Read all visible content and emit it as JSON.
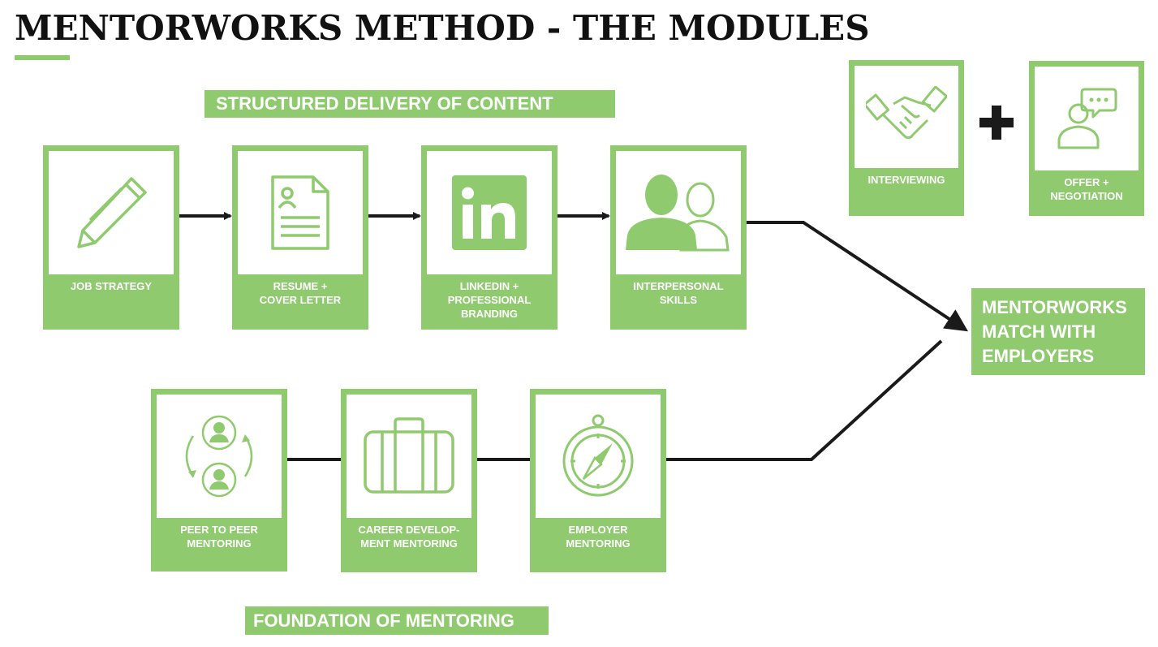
{
  "title": "MENTORWORKS METHOD - THE MODULES",
  "banners": {
    "structured": "STRUCTURED DELIVERY OF CONTENT",
    "foundation": "FOUNDATION OF MENTORING"
  },
  "content_modules": [
    {
      "label": "JOB STRATEGY",
      "icon": "pencil-icon"
    },
    {
      "label": "RESUME +\nCOVER LETTER",
      "icon": "document-icon"
    },
    {
      "label": "LINKEDIN +\nPROFESSIONAL\nBRANDING",
      "icon": "linkedin-icon"
    },
    {
      "label": "INTERPERSONAL\nSKILLS",
      "icon": "people-icon"
    }
  ],
  "mentoring_modules": [
    {
      "label": "PEER TO PEER\nMENTORING",
      "icon": "peer-exchange-icon"
    },
    {
      "label": "CAREER DEVELOP-\nMENT MENTORING",
      "icon": "briefcase-icon"
    },
    {
      "label": "EMPLOYER\nMENTORING",
      "icon": "compass-icon"
    }
  ],
  "extra_modules": [
    {
      "label": "INTERVIEWING",
      "icon": "handshake-icon"
    },
    {
      "label": "OFFER +\nNEGOTIATION",
      "icon": "speech-person-icon"
    }
  ],
  "outcome": "MENTORWORKS\nMATCH WITH\nEMPLOYERS",
  "colors": {
    "accent": "#8fca6e",
    "line": "#1a1a1a",
    "title": "#111111"
  }
}
